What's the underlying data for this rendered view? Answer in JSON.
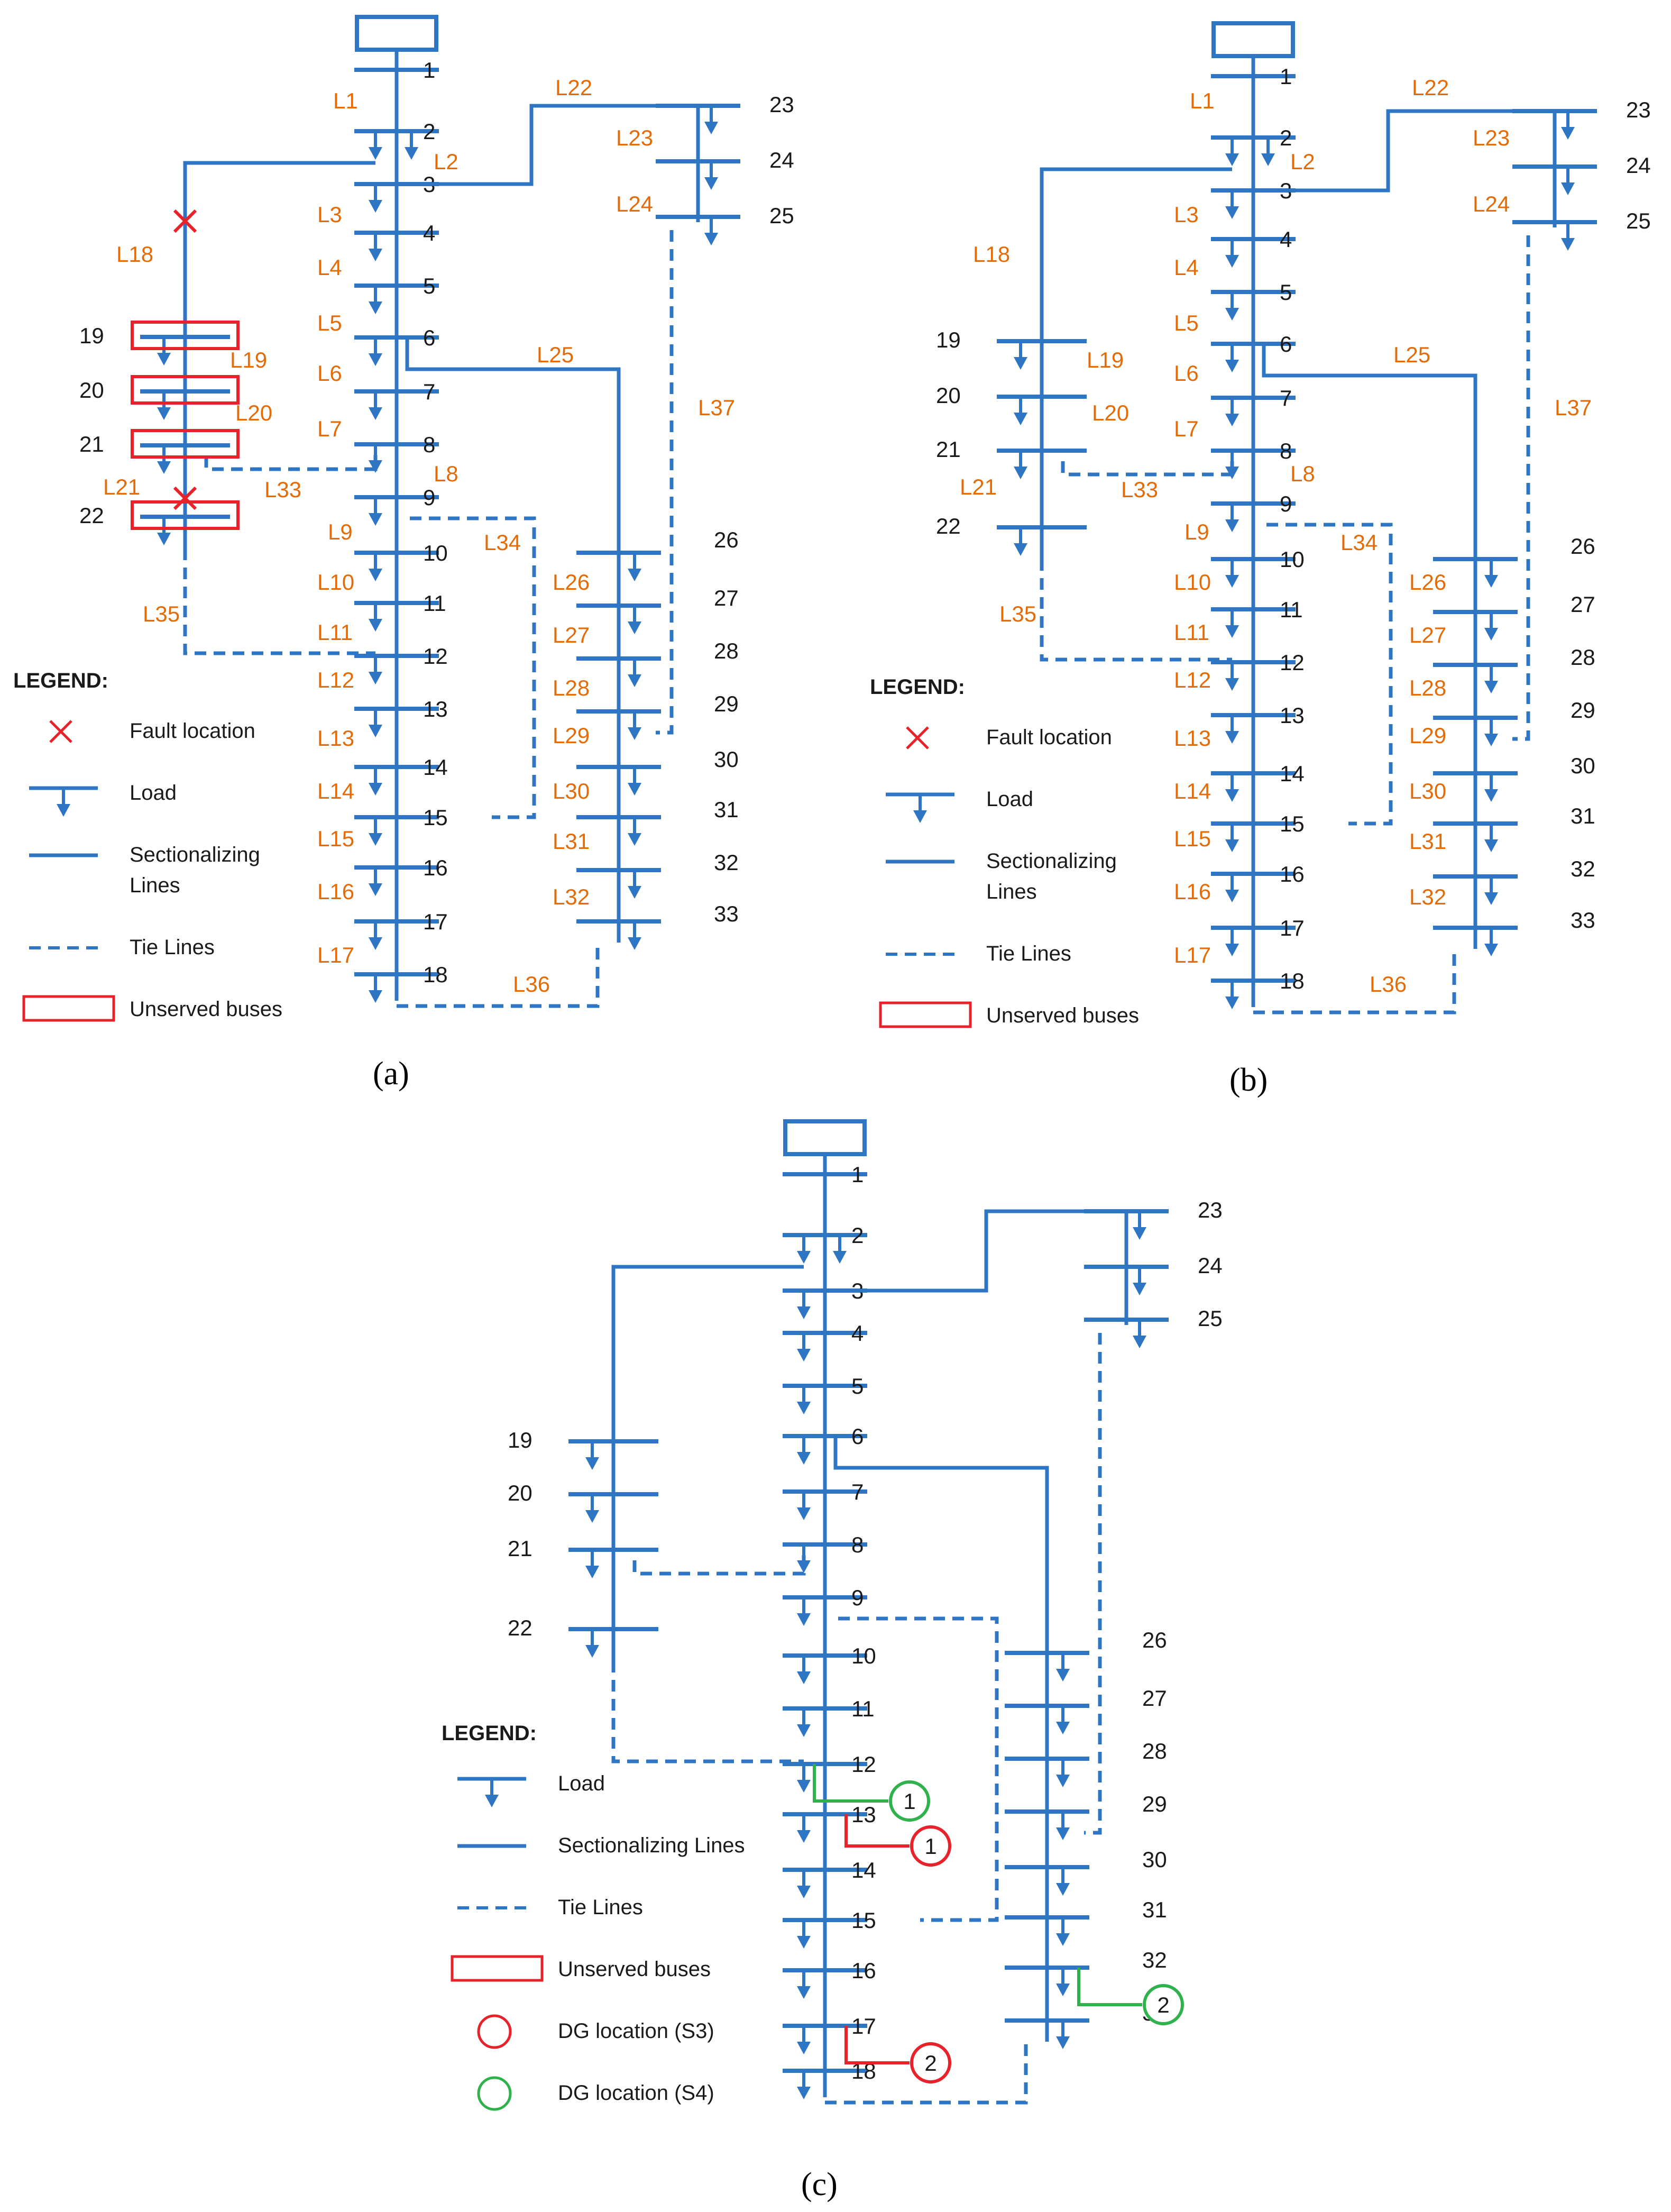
{
  "panels": [
    {
      "id": "a",
      "caption_letter": "a",
      "show_line_labels": true,
      "show_fault": true,
      "show_unserved": true,
      "show_dg": false,
      "legend": [
        "Fault location",
        "Load",
        "Sectionalizing Lines",
        "Tie Lines",
        "Unserved buses"
      ]
    },
    {
      "id": "b",
      "caption_letter": "b",
      "show_line_labels": true,
      "show_fault": false,
      "show_unserved": false,
      "show_dg": false,
      "legend": [
        "Fault location",
        "Load",
        "Sectionalizing Lines",
        "Tie Lines",
        "Unserved buses"
      ]
    },
    {
      "id": "c",
      "caption_letter": "c",
      "show_line_labels": false,
      "show_fault": false,
      "show_unserved": false,
      "show_dg": true,
      "legend": [
        "Load",
        "Sectionalizing Lines",
        "Tie Lines",
        "Unserved buses",
        "DG location (S3)",
        "DG location (S4)"
      ]
    }
  ],
  "legend_title": "LEGEND:",
  "legend_labels": {
    "Fault location": "Fault location",
    "Load": "Load",
    "Sectionalizing Lines": "Sectionalizing\n Lines",
    "Sectionalizing Lines (c)": "Sectionalizing Lines",
    "Tie Lines": "Tie Lines",
    "Unserved buses": "Unserved buses",
    "DG location (S3)": "DG location (S3)",
    "DG location (S4)": "DG location (S4)"
  },
  "buses": [
    "1",
    "2",
    "3",
    "4",
    "5",
    "6",
    "7",
    "8",
    "9",
    "10",
    "11",
    "12",
    "13",
    "14",
    "15",
    "16",
    "17",
    "18",
    "19",
    "20",
    "21",
    "22",
    "23",
    "24",
    "25",
    "26",
    "27",
    "28",
    "29",
    "30",
    "31",
    "32",
    "33"
  ],
  "sectionalizing_lines": [
    "L1",
    "L2",
    "L3",
    "L4",
    "L5",
    "L6",
    "L7",
    "L8",
    "L9",
    "L10",
    "L11",
    "L12",
    "L13",
    "L14",
    "L15",
    "L16",
    "L17",
    "L18",
    "L19",
    "L20",
    "L21",
    "L22",
    "L23",
    "L24",
    "L25",
    "L26",
    "L27",
    "L28",
    "L29",
    "L30",
    "L31",
    "L32"
  ],
  "tie_lines": [
    "L33",
    "L34",
    "L35",
    "L36",
    "L37"
  ],
  "faults_panel_a": [
    "L18",
    "L21"
  ],
  "unserved_buses_panel_a": [
    "19",
    "20",
    "21",
    "22"
  ],
  "dg_markers_panel_c": [
    {
      "label": "1",
      "scenario": "S4",
      "bus": "12"
    },
    {
      "label": "1",
      "scenario": "S3",
      "bus": "13"
    },
    {
      "label": "2",
      "scenario": "S3",
      "bus": "17"
    },
    {
      "label": "2",
      "scenario": "S4",
      "bus": "32"
    }
  ],
  "colors": {
    "network": "#2e75c4",
    "line_label": "#e36c09",
    "fault": "#e8222a",
    "unserved": "#e8222a",
    "dg_s3": "#e8222a",
    "dg_s4": "#2fb14b",
    "text": "#1a1a1a"
  }
}
